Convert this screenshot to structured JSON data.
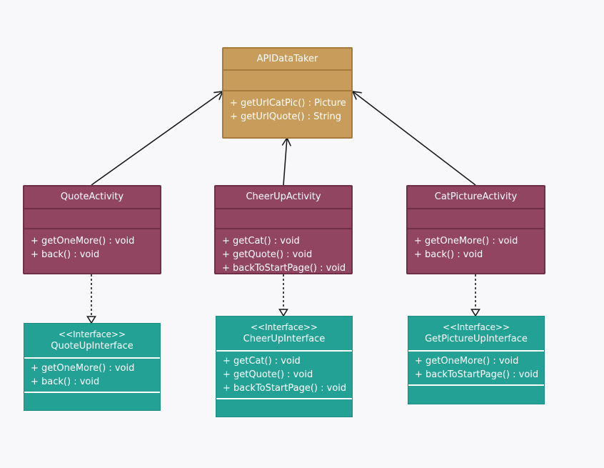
{
  "diagram": {
    "classes": {
      "api": {
        "name": "APIDataTaker",
        "operations": [
          "+ getUrlCatPic() : Picture",
          "+ getUrlQuote() : String"
        ]
      },
      "quote_activity": {
        "name": "QuoteActivity",
        "operations": [
          "+ getOneMore() : void",
          "+ back() : void"
        ]
      },
      "cheerup_activity": {
        "name": "CheerUpActivity",
        "operations": [
          "+ getCat() : void",
          "+ getQuote() : void",
          "+ backToStartPage() : void"
        ]
      },
      "catpicture_activity": {
        "name": "CatPictureActivity",
        "operations": [
          "+ getOneMore() : void",
          "+ back() : void"
        ]
      },
      "quote_interface": {
        "stereotype": "<<Interface>>",
        "name": "QuoteUpInterface",
        "operations": [
          "+ getOneMore() : void",
          "+ back() : void"
        ]
      },
      "cheerup_interface": {
        "stereotype": "<<Interface>>",
        "name": "CheerUpInterface",
        "operations": [
          "+ getCat() : void",
          "+ getQuote() : void",
          "+ backToStartPage() : void"
        ]
      },
      "getpicture_interface": {
        "stereotype": "<<Interface>>",
        "name": "GetPictureUpInterface",
        "operations": [
          "+ getOneMore() : void",
          "+ backToStartPage() : void"
        ]
      }
    },
    "relations": [
      {
        "type": "association",
        "from": "quote_activity",
        "to": "api"
      },
      {
        "type": "association",
        "from": "cheerup_activity",
        "to": "api"
      },
      {
        "type": "association",
        "from": "catpicture_activity",
        "to": "api"
      },
      {
        "type": "realization",
        "from": "quote_activity",
        "to": "quote_interface"
      },
      {
        "type": "realization",
        "from": "cheerup_activity",
        "to": "cheerup_interface"
      },
      {
        "type": "realization",
        "from": "catpicture_activity",
        "to": "getpicture_interface"
      }
    ],
    "colors": {
      "base_class": "#c89c5a",
      "activity_class": "#924560",
      "interface": "#24a195",
      "edge": "#1a1a1a"
    }
  }
}
